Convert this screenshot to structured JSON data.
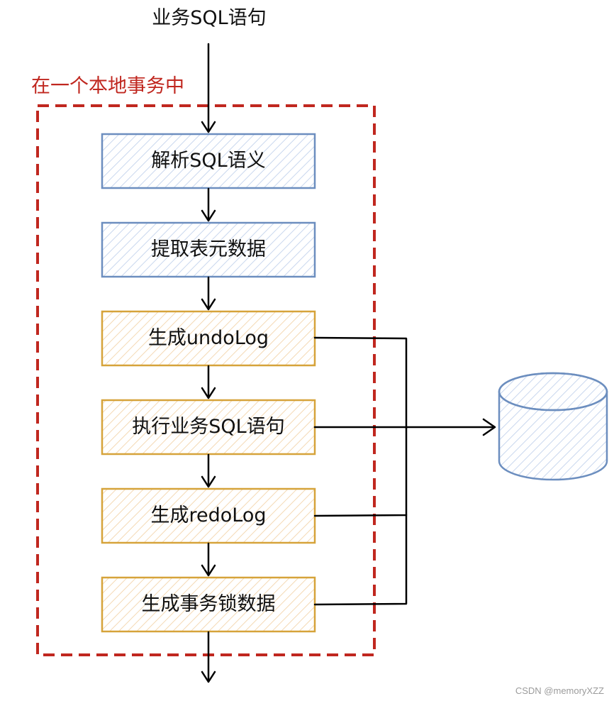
{
  "diagram": {
    "input_label": "业务SQL语句",
    "group_label": "在一个本地事务中",
    "steps": [
      {
        "label": "解析SQL语义",
        "kind": "parse"
      },
      {
        "label": "提取表元数据",
        "kind": "parse"
      },
      {
        "label": "生成undoLog",
        "kind": "log"
      },
      {
        "label": "执行业务SQL语句",
        "kind": "log"
      },
      {
        "label": "生成redoLog",
        "kind": "log"
      },
      {
        "label": "生成事务锁数据",
        "kind": "log"
      }
    ],
    "database_icon": "database-cylinder-icon"
  },
  "colors": {
    "parse_stroke": "#6c8ebf",
    "parse_hatch": "#c9d7ee",
    "log_stroke": "#d6a33a",
    "log_hatch": "#f4d9b4",
    "group_border": "#c0271f",
    "arrow": "#000000"
  },
  "watermark": "CSDN @memoryXZZ"
}
